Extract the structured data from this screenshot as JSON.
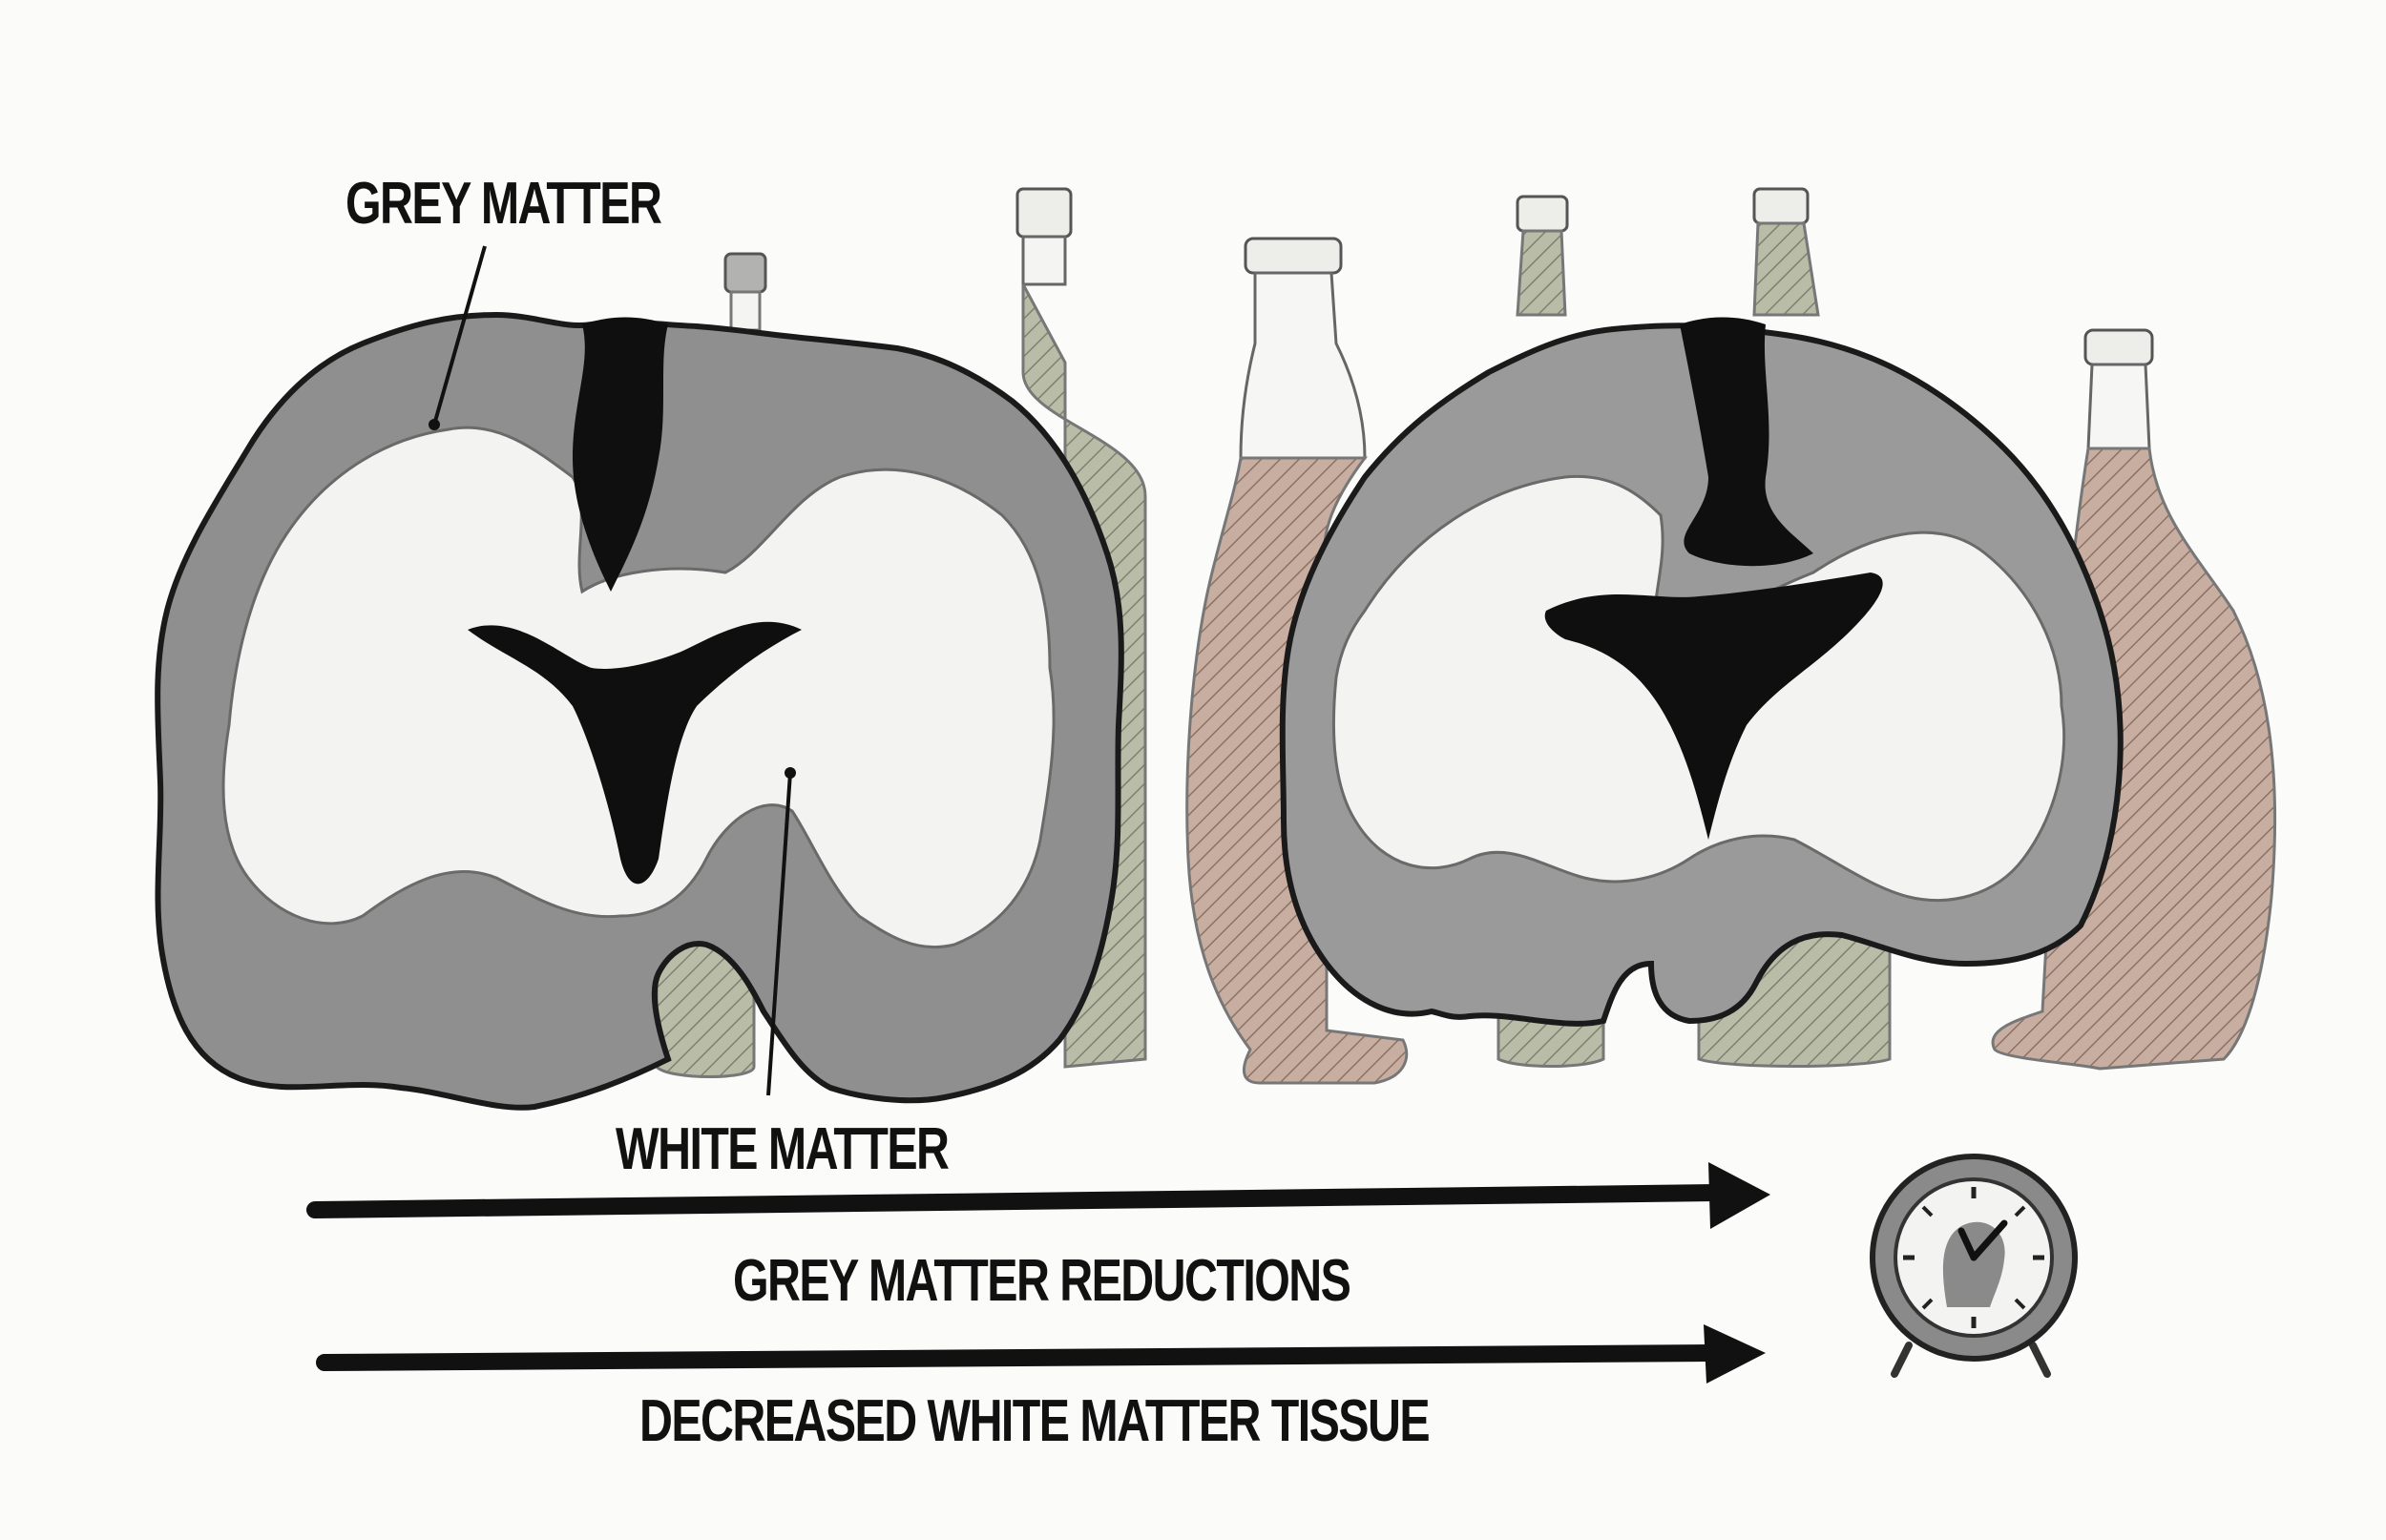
{
  "labels": {
    "grey_matter": "GREY MATTER",
    "white_matter": "WHITE MATTER",
    "grey_matter_reductions": "GREY MATTER REDUCTIONS",
    "decreased_white_matter": "DECREASED WHITE MATTER TISSUE"
  },
  "colors": {
    "background": "#fbfbfa",
    "grey_matter": "#8f8f8f",
    "white_matter": "#f3f3f1",
    "ventricle": "#0f0f0f",
    "beer_bottle": "#b9bca7",
    "wine_bottle": "#c8aea0",
    "arrow": "#111111"
  },
  "icons": {
    "healthy_brain": "brain-cross-section",
    "affected_brain": "shrunken-brain-cross-section",
    "bottles": "alcohol-bottle",
    "clock": "alarm-clock-with-head-silhouette"
  }
}
